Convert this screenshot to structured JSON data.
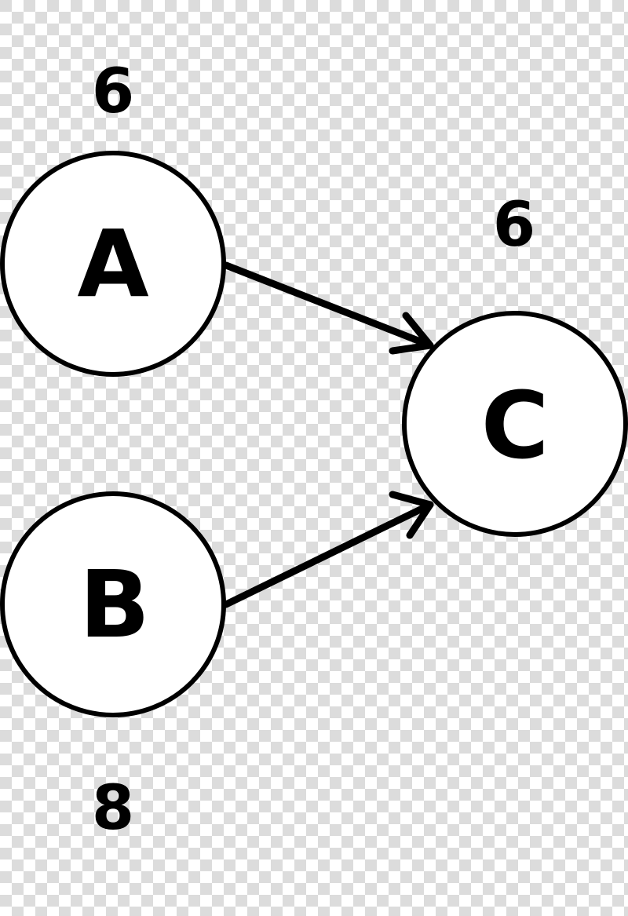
{
  "diagram": {
    "type": "directed-graph",
    "colors": {
      "stroke": "#000000",
      "node_fill": "#ffffff",
      "checker_light": "#ffffff",
      "checker_dark": "#dcdcdc"
    },
    "nodes": [
      {
        "id": "A",
        "label": "A",
        "value": "6"
      },
      {
        "id": "B",
        "label": "B",
        "value": "8"
      },
      {
        "id": "C",
        "label": "C",
        "value": "6"
      }
    ],
    "edges": [
      {
        "from": "A",
        "to": "C"
      },
      {
        "from": "B",
        "to": "C"
      }
    ]
  }
}
